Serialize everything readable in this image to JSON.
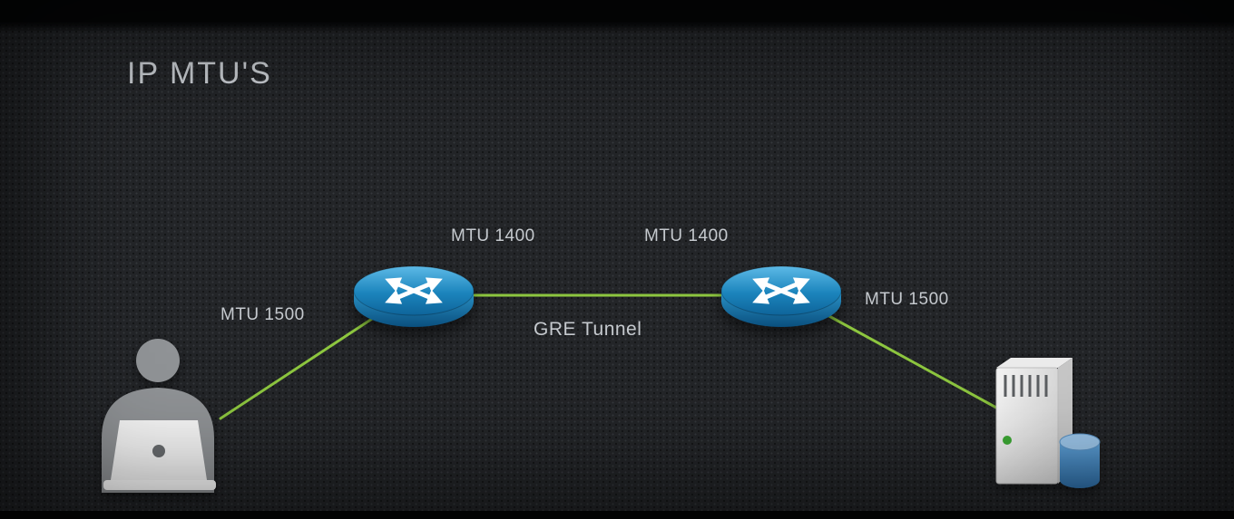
{
  "slide": {
    "title": "IP MTU'S"
  },
  "diagram": {
    "labels": {
      "left_link": "MTU 1500",
      "router1_tunnel": "MTU 1400",
      "router2_tunnel": "MTU 1400",
      "right_link": "MTU 1500",
      "tunnel": "GRE Tunnel"
    },
    "nodes": {
      "client": "person-with-laptop",
      "router1": "router",
      "router2": "router",
      "server": "server-with-database"
    },
    "colors": {
      "link_green": "#8dc63f",
      "router_blue": "#1b84bc",
      "db_blue": "#4a90c8",
      "text": "#c5c9ce",
      "background": "#232528"
    }
  }
}
